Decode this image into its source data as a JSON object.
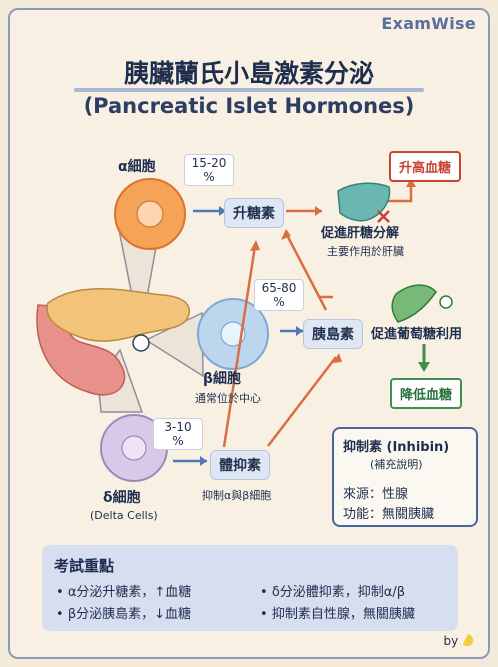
{
  "brand": "ExamWise",
  "title": "胰臟蘭氏小島激素分泌",
  "subtitle": "(Pancreatic Islet Hormones)",
  "cells": {
    "alpha": {
      "name": "α細胞",
      "percent": "15-20\n%"
    },
    "beta": {
      "name": "β細胞",
      "percent": "65-80\n%",
      "note": "通常位於中心"
    },
    "delta": {
      "name": "δ細胞",
      "english": "(Delta Cells)",
      "percent": "3-10\n%"
    }
  },
  "hormones": {
    "glucagon": "升糖素",
    "insulin": "胰島素",
    "somatostatin": "體抑素",
    "somatostatin_note": "抑制α與β細胞"
  },
  "effects": {
    "raise_blood_sugar": "升高血糖",
    "liver_breakdown": "促進肝糖分解",
    "liver_note": "主要作用於肝臟",
    "glucose_use": "促進葡萄糖利用",
    "lower_blood_sugar": "降低血糖"
  },
  "inhibin": {
    "title": "抑制素 (Inhibin)",
    "subtitle": "(補充說明)",
    "source": "來源：性腺",
    "function": "功能：無關胰臟"
  },
  "key_points": {
    "title": "考試重點",
    "items": [
      "α分泌升糖素，↑血糖",
      "δ分泌體抑素，抑制α/β",
      "β分泌胰島素，↓血糖",
      "抑制素自性腺，無關胰臟"
    ]
  },
  "byline": "by",
  "colors": {
    "alpha": "#f28d3d",
    "beta": "#8fb6de",
    "delta": "#b9a5d1",
    "pancreas": "#e77d76",
    "arrow_blue": "#4f76b8",
    "arrow_orange": "#d96e42",
    "red": "#c94334",
    "green": "#3f8f4f"
  }
}
